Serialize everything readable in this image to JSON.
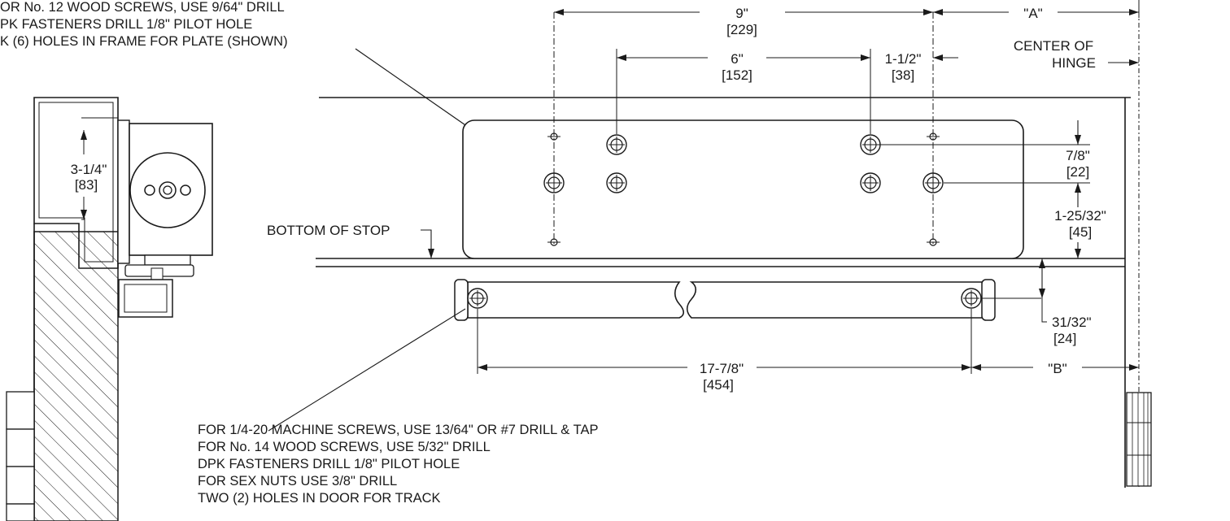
{
  "top_notes": [
    "OR No. 12 WOOD SCREWS, USE 9/64\" DRILL",
    "PK FASTENERS DRILL 1/8\" PILOT HOLE",
    "K (6) HOLES IN FRAME FOR PLATE (SHOWN)"
  ],
  "bottom_notes": [
    "FOR 1/4-20 MACHINE SCREWS, USE 13/64\" OR #7 DRILL & TAP",
    "FOR No. 14 WOOD SCREWS, USE 5/32\" DRILL",
    "DPK FASTENERS DRILL 1/8\" PILOT HOLE",
    "FOR SEX NUTS USE 3/8\" DRILL",
    "TWO (2) HOLES IN DOOR FOR TRACK"
  ],
  "dims": {
    "d9": {
      "imperial": "9\"",
      "metric": "[229]"
    },
    "dA": {
      "label": "\"A\""
    },
    "d6": {
      "imperial": "6\"",
      "metric": "[152]"
    },
    "d112": {
      "imperial": "1-1/2\"",
      "metric": "[38]"
    },
    "center_hinge": [
      "CENTER OF",
      "HINGE"
    ],
    "d314": {
      "imperial": "3-1/4\"",
      "metric": "[83]"
    },
    "d78": {
      "imperial": "7/8\"",
      "metric": "[22]"
    },
    "d12532": {
      "imperial": "1-25/32\"",
      "metric": "[45]"
    },
    "d3132": {
      "imperial": "31/32\"",
      "metric": "[24]"
    },
    "d17": {
      "imperial": "17-7/8\"",
      "metric": "[454]"
    },
    "dB": {
      "label": "\"B\""
    }
  },
  "labels": {
    "bottom_of_stop": "BOTTOM OF STOP"
  }
}
